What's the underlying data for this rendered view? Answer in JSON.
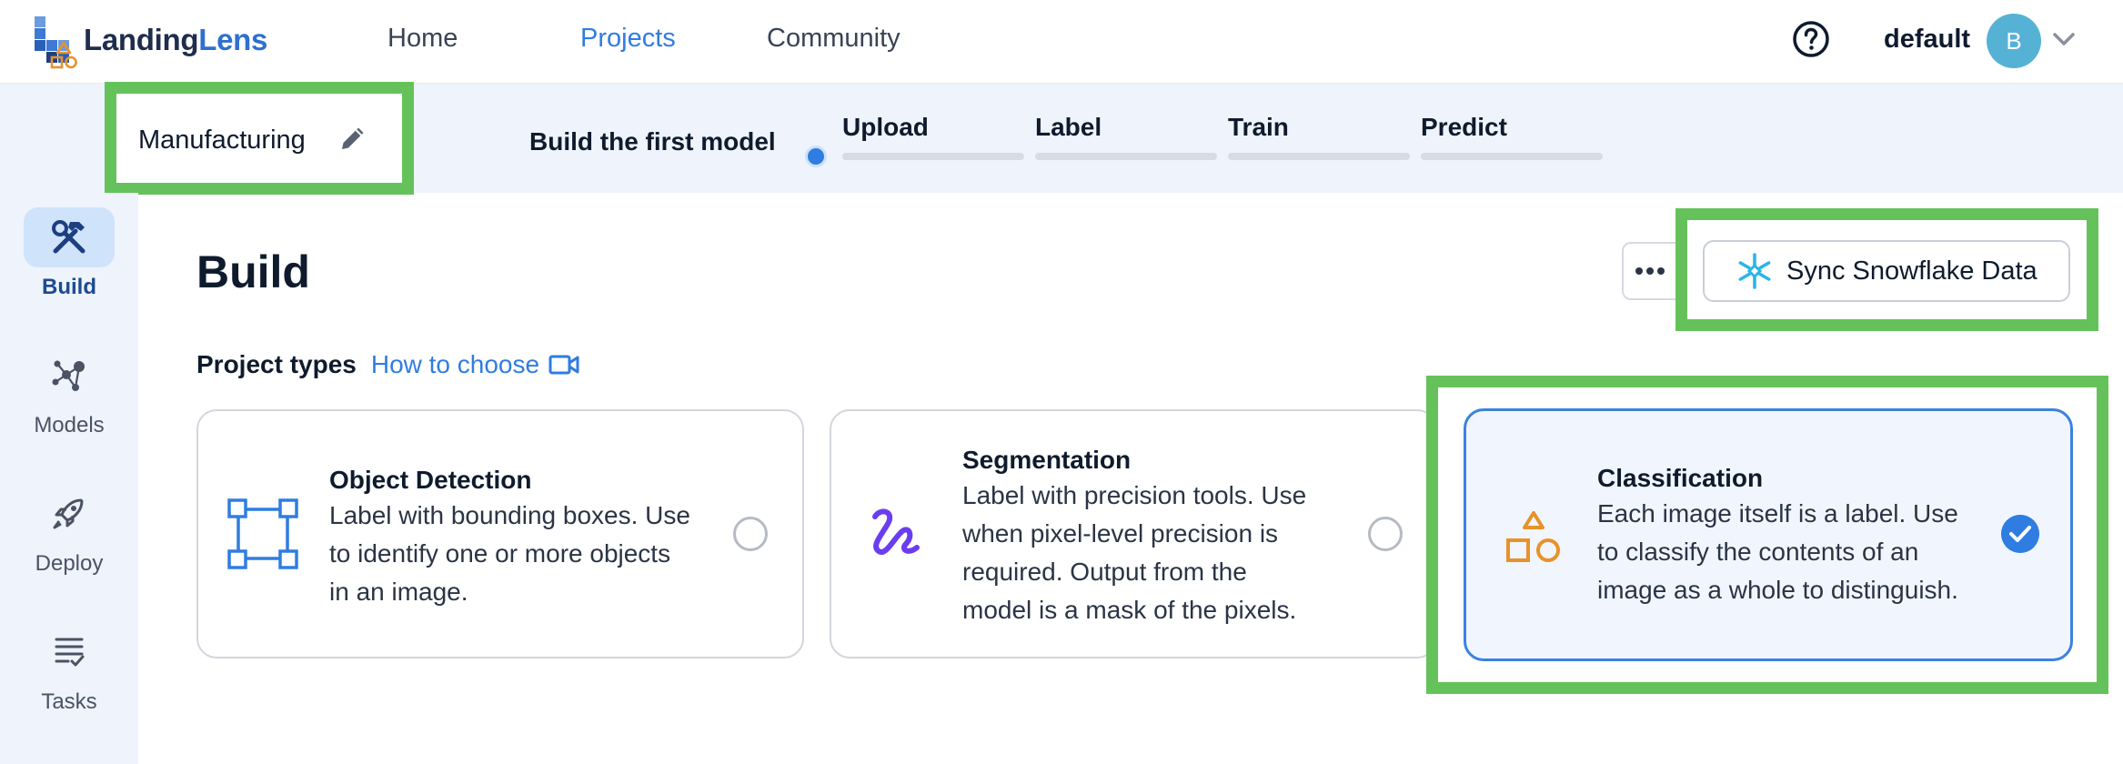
{
  "app": {
    "logo_part1": "Landing",
    "logo_part2": "Lens"
  },
  "nav": {
    "items": [
      {
        "label": "Home",
        "active": false
      },
      {
        "label": "Projects",
        "active": true
      },
      {
        "label": "Community",
        "active": false
      }
    ],
    "help_icon": "question-circle-icon",
    "user": {
      "name": "default",
      "avatar_initial": "B"
    }
  },
  "project": {
    "name": "Manufacturing",
    "type_icon": "classification-shapes-icon",
    "workflow_title": "Build the first model",
    "steps": [
      {
        "label": "Upload",
        "current": true
      },
      {
        "label": "Label",
        "current": false
      },
      {
        "label": "Train",
        "current": false
      },
      {
        "label": "Predict",
        "current": false
      }
    ]
  },
  "sidebar": {
    "items": [
      {
        "label": "Build",
        "icon": "hammer-wrench-icon",
        "active": true
      },
      {
        "label": "Models",
        "icon": "network-nodes-icon",
        "active": false
      },
      {
        "label": "Deploy",
        "icon": "rocket-icon",
        "active": false
      },
      {
        "label": "Tasks",
        "icon": "checklist-icon",
        "active": false
      }
    ]
  },
  "main": {
    "title": "Build",
    "more_icon": "more-horizontal-icon",
    "sync_button": {
      "label": "Sync Snowflake Data",
      "icon": "snowflake-icon"
    },
    "project_types": {
      "label": "Project types",
      "help_link": "How to choose",
      "help_icon": "video-camera-icon"
    },
    "cards": [
      {
        "title": "Object Detection",
        "lines": [
          "Label with bounding boxes. Use",
          "to identify one or more objects",
          "in an image."
        ],
        "icon": "bounding-box-icon",
        "selected": false
      },
      {
        "title": "Segmentation",
        "lines": [
          "Label with precision tools. Use",
          "when pixel-level precision is",
          "required. Output from the",
          "model is a mask of the pixels."
        ],
        "icon": "squiggle-brush-icon",
        "selected": false
      },
      {
        "title": "Classification",
        "lines": [
          "Each image itself is a label. Use",
          "to classify the contents of an",
          "image as a whole to distinguish."
        ],
        "icon": "shapes-icon",
        "selected": true
      }
    ]
  },
  "colors": {
    "accent": "#2f7de1",
    "highlight": "#65c25a",
    "classification_orange": "#e8922a",
    "segmentation_purple": "#6a3df0"
  }
}
